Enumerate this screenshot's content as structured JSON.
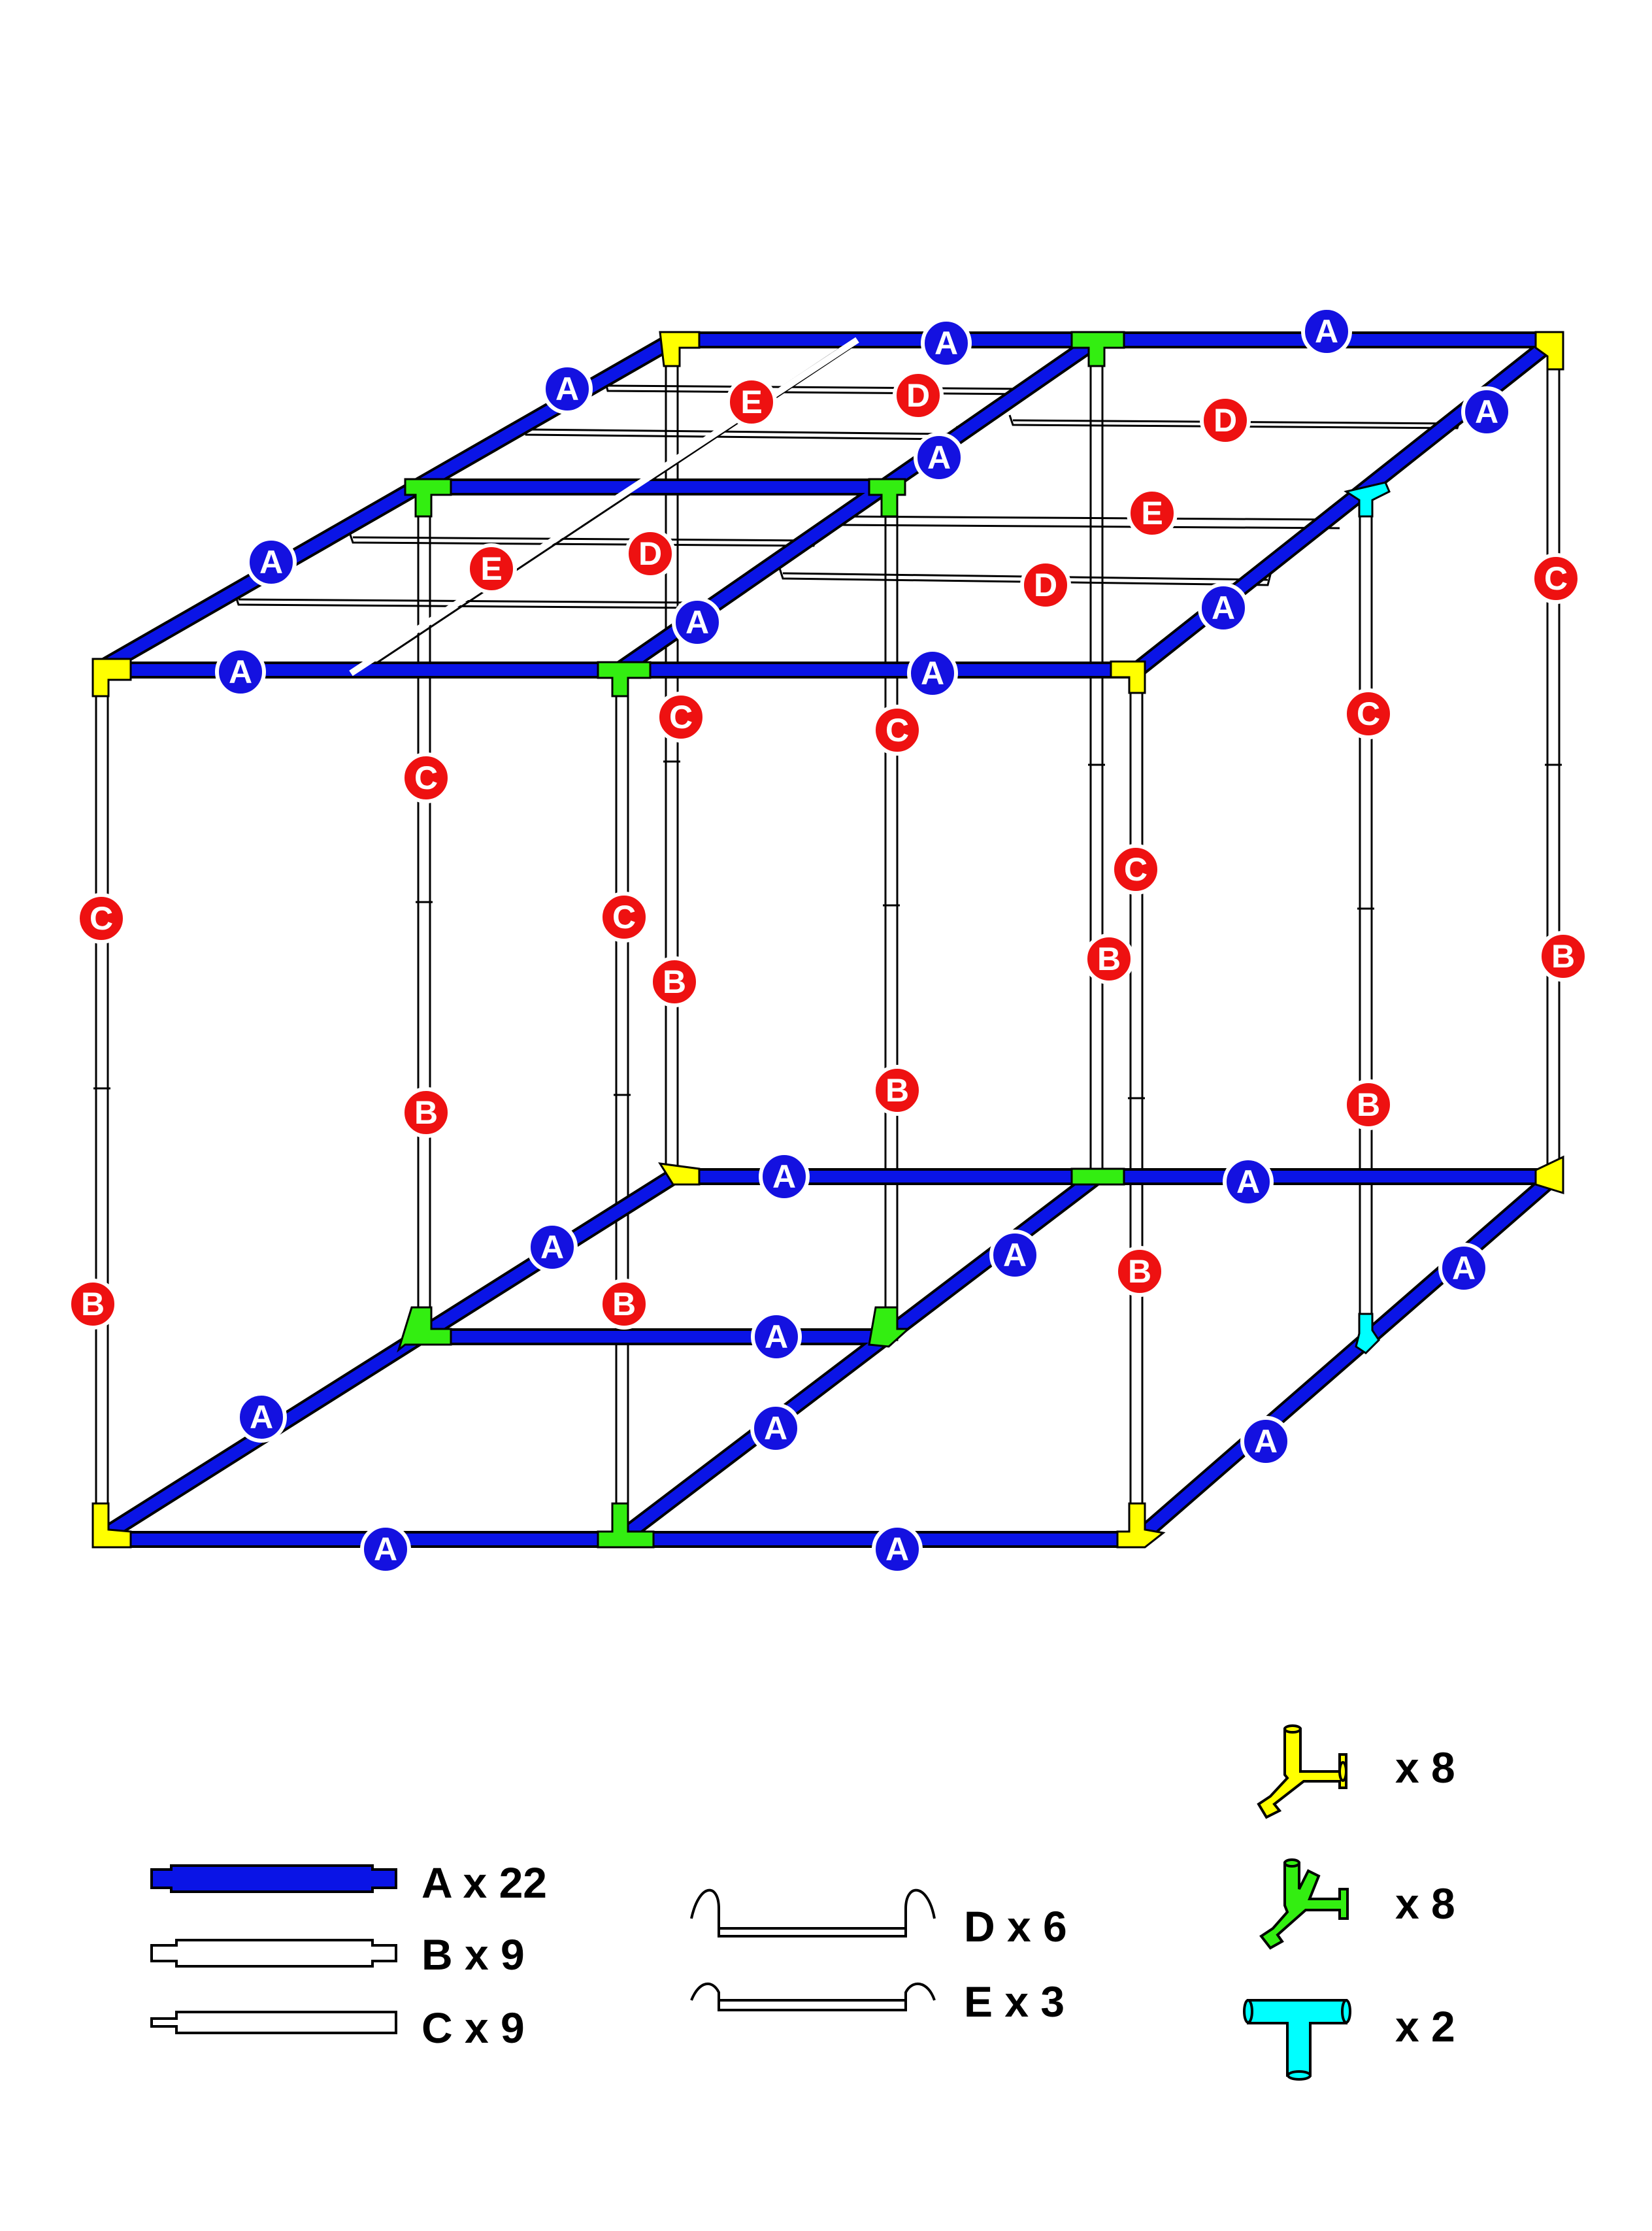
{
  "colors": {
    "pipe_a": "#0a14e6",
    "pipe_white": "#ffffff",
    "outline": "#000000",
    "corner_connector": "#ffff00",
    "cross_connector": "#33ee11",
    "tee_connector": "#00ffff",
    "label_blue": "#1411e0",
    "label_red": "#ee1111"
  },
  "labels": {
    "a": "A",
    "b": "B",
    "c": "C",
    "d": "D",
    "e": "E"
  },
  "legend": {
    "a_text": "A  x 22",
    "b_text": "B  x 9",
    "c_text": "C  x 9",
    "d_text": "D  x 6",
    "e_text": "E  x 3",
    "corner_text": "x 8",
    "cross_text": "x 8",
    "tee_text": "x 2",
    "corner_icon": "yellow-three-way-corner-connector-icon",
    "cross_icon": "green-four-way-connector-icon",
    "tee_icon": "cyan-tee-connector-icon"
  }
}
